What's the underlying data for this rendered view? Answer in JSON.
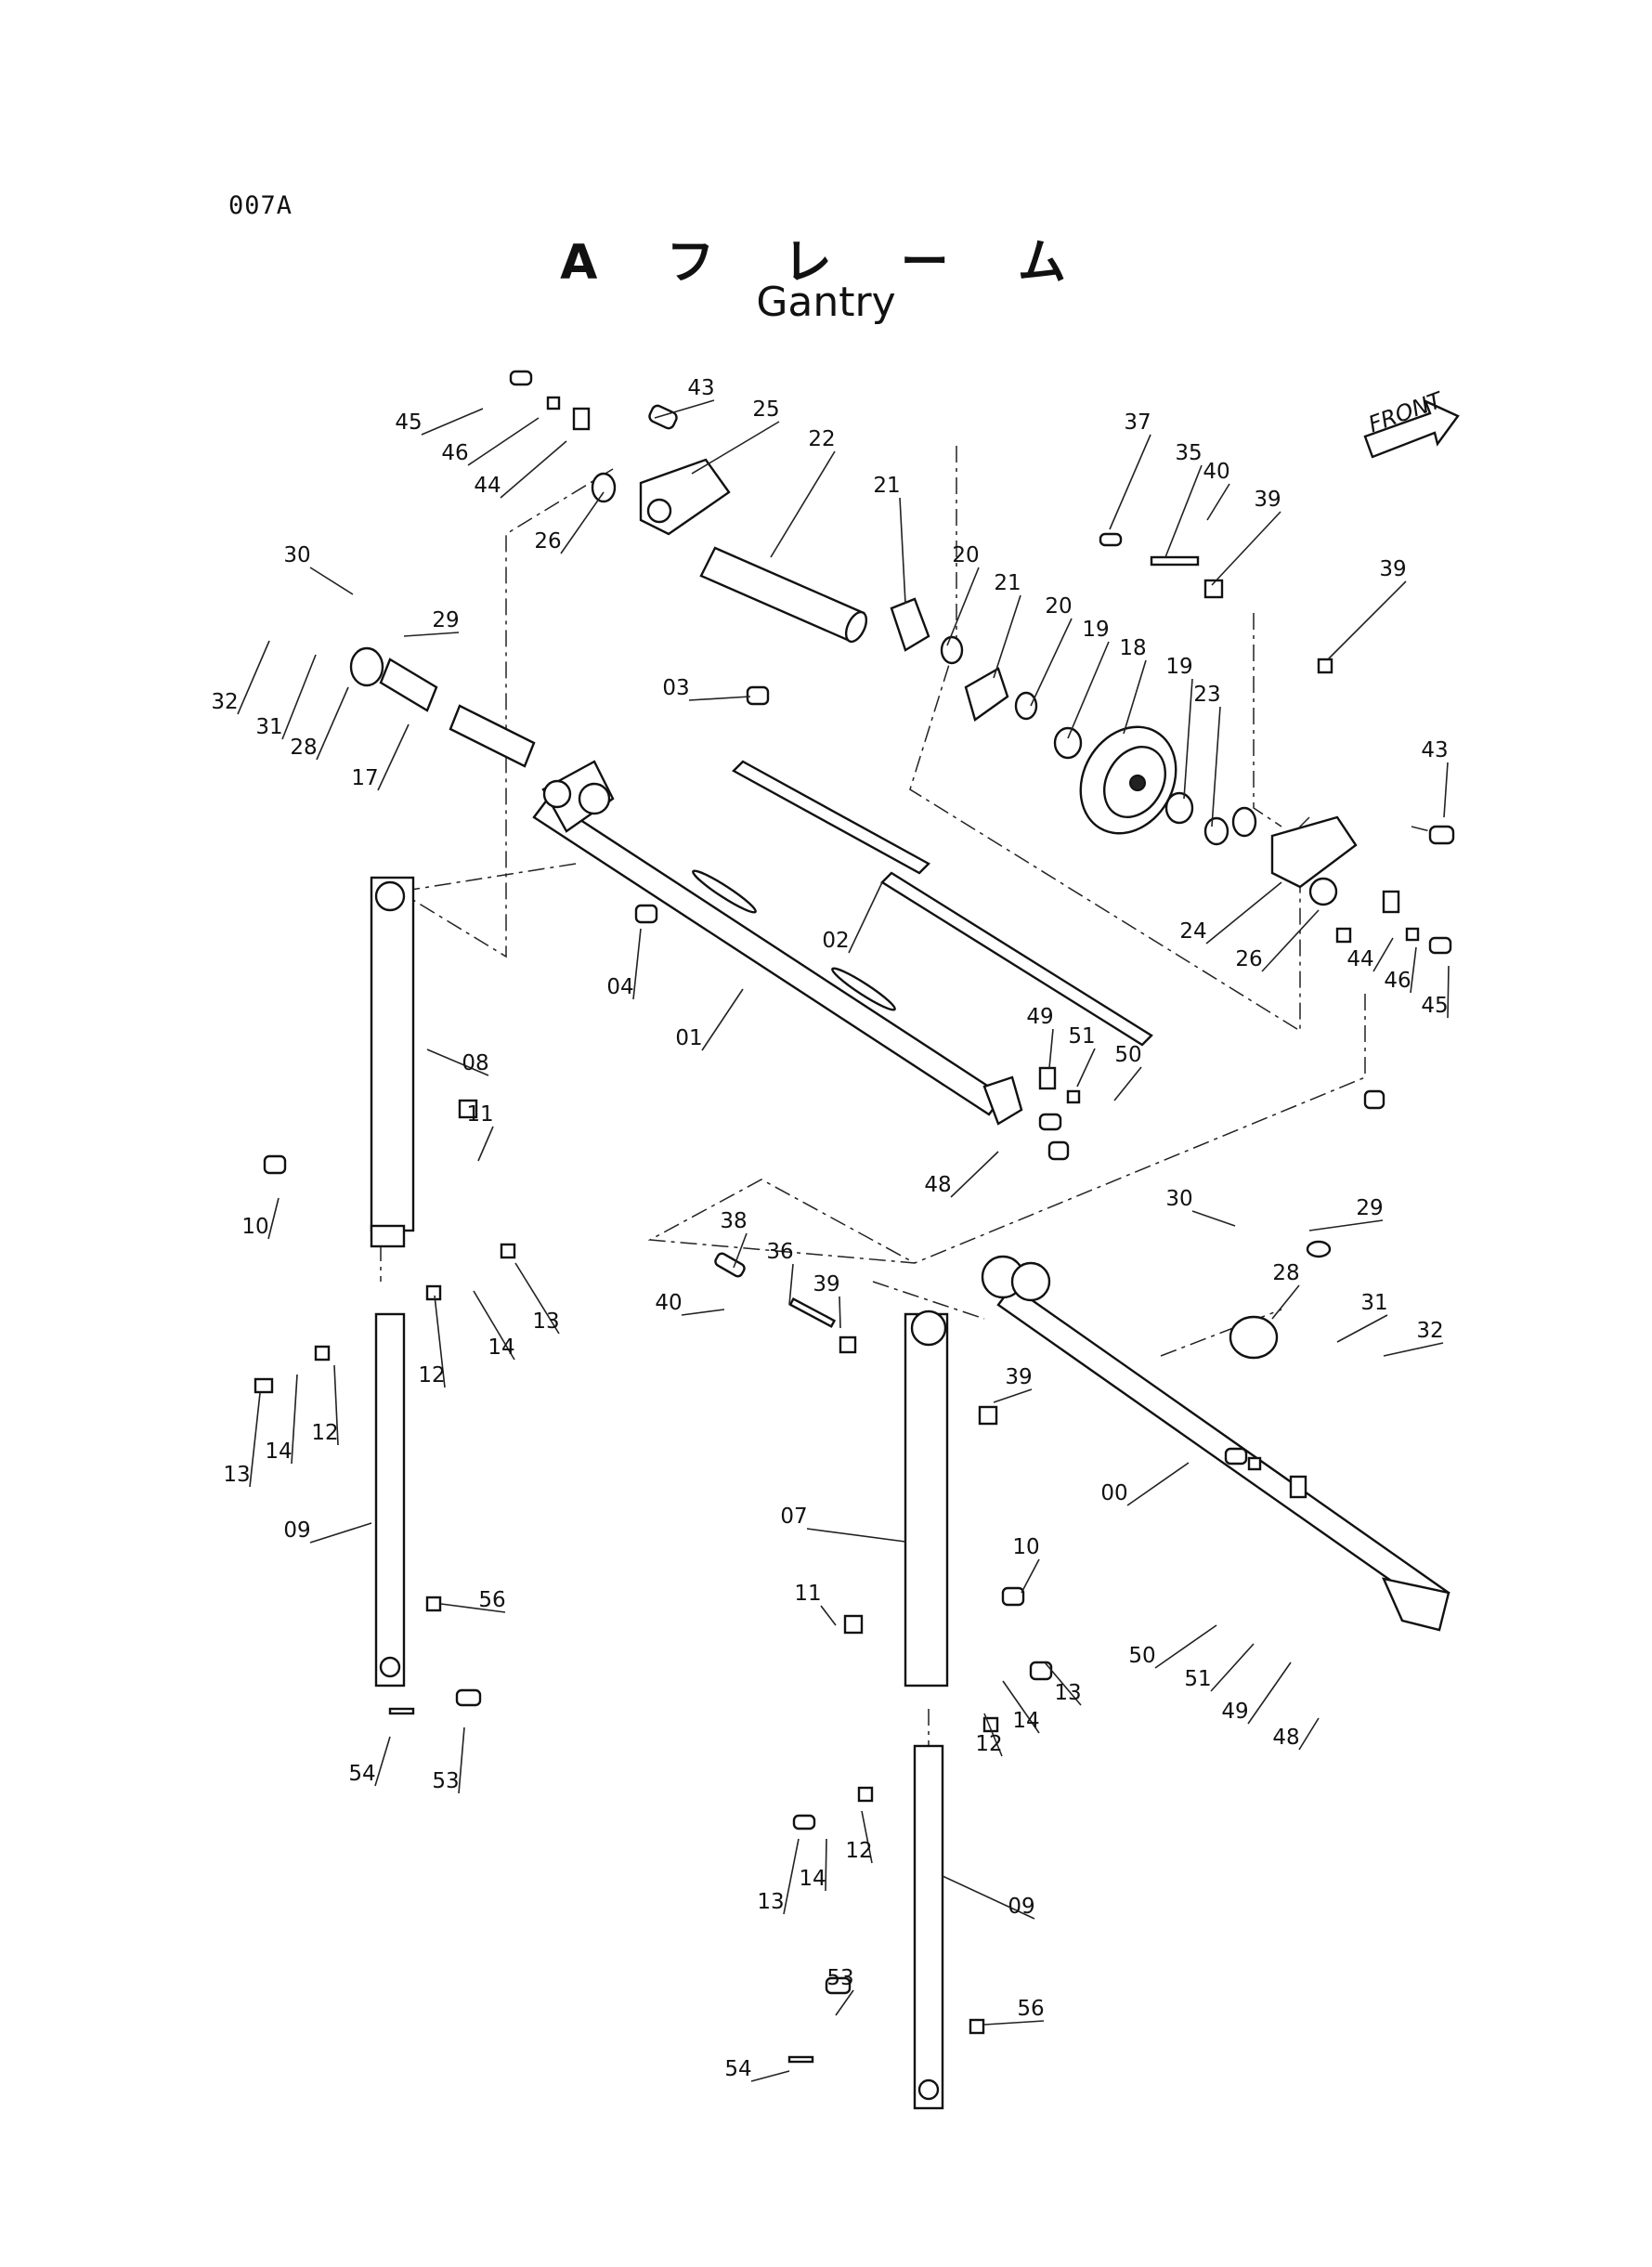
{
  "header": {
    "code": "007A",
    "title_jp": "A フ レ ー ム",
    "title_en": "Gantry",
    "front_label": "FRONT"
  },
  "part_labels": [
    "00",
    "01",
    "02",
    "03",
    "04",
    "07",
    "08",
    "09",
    "10",
    "11",
    "12",
    "13",
    "14",
    "17",
    "18",
    "19",
    "20",
    "21",
    "22",
    "23",
    "24",
    "25",
    "26",
    "28",
    "29",
    "30",
    "31",
    "32",
    "35",
    "36",
    "37",
    "38",
    "39",
    "40",
    "43",
    "44",
    "45",
    "46",
    "48",
    "49",
    "50",
    "51",
    "53",
    "54",
    "56"
  ]
}
